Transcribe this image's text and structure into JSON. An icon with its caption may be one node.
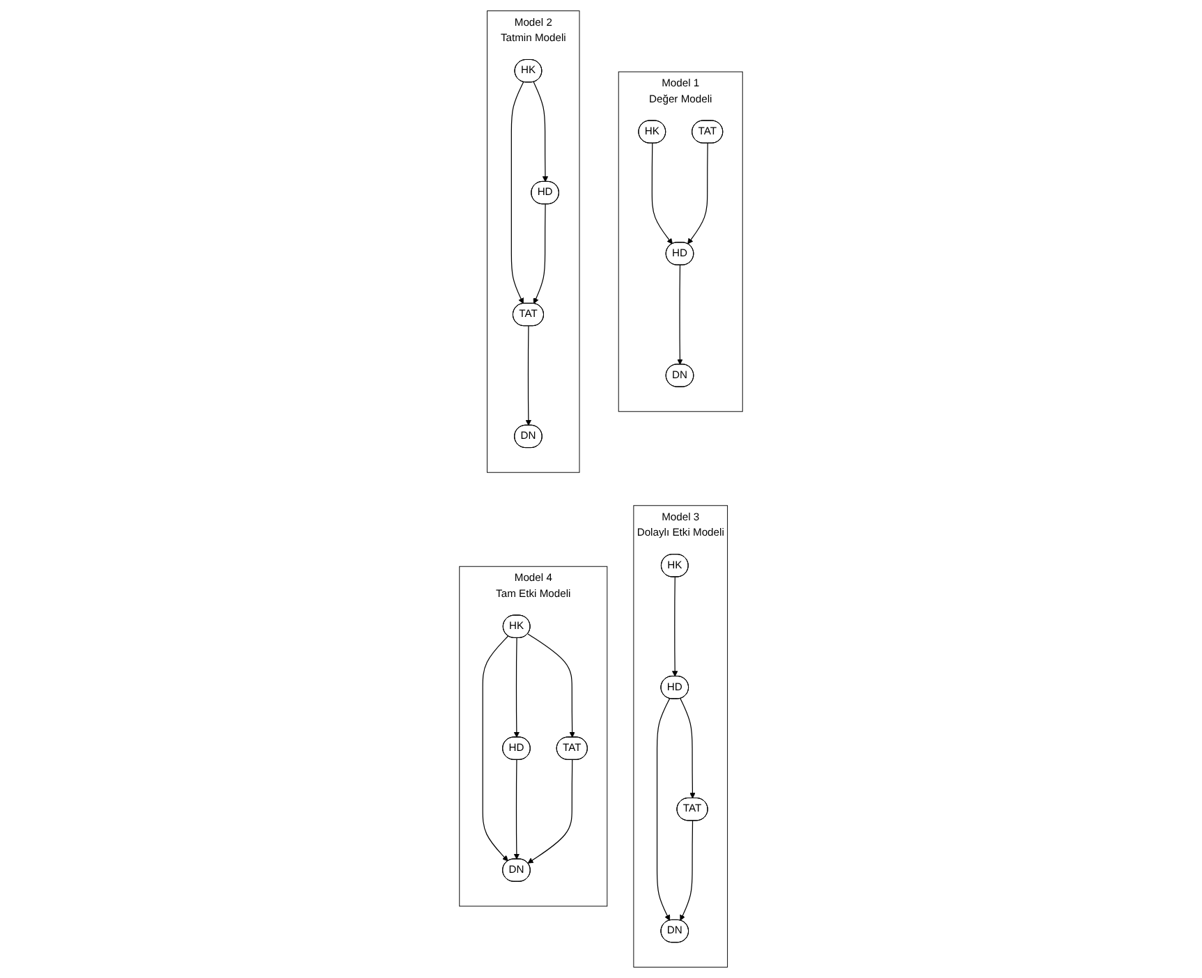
{
  "diagram": {
    "nodes": [
      {
        "text": [
          "Model 1",
          "Değer Modeli"
        ]
      },
      {
        "text": [
          "HD"
        ],
        "in": 0
      },
      {
        "text": [
          "HK"
        ],
        "in": 0
      },
      {
        "text": [
          "DN"
        ],
        "in": 0
      },
      {
        "text": [
          "TAT"
        ],
        "in": 0
      },
      {
        "text": [
          "Model 2",
          "Tatmin Modeli"
        ]
      },
      {
        "text": [
          "HD"
        ],
        "in": 5
      },
      {
        "text": [
          "HK"
        ],
        "in": 5
      },
      {
        "text": [
          "DN"
        ],
        "in": 5
      },
      {
        "text": [
          "TAT"
        ],
        "in": 5
      },
      {
        "text": [
          "Model 3",
          "Dolaylı Etki Modeli"
        ]
      },
      {
        "text": [
          "HD"
        ],
        "in": 10
      },
      {
        "text": [
          "HK"
        ],
        "in": 10
      },
      {
        "text": [
          "DN"
        ],
        "in": 10
      },
      {
        "text": [
          "TAT"
        ],
        "in": 10
      },
      {
        "text": [
          "Model 4",
          "Tam Etki Modeli"
        ]
      },
      {
        "text": [
          "HD"
        ],
        "in": 15
      },
      {
        "text": [
          "HK"
        ],
        "in": 15
      },
      {
        "text": [
          "DN"
        ],
        "in": 15
      },
      {
        "text": [
          "TAT"
        ],
        "in": 15
      }
    ],
    "edges": [
      {
        "from": 2,
        "to": 1,
        "arrow": "to"
      },
      {
        "from": 4,
        "to": 1,
        "arrow": "to"
      },
      {
        "from": 1,
        "to": 3,
        "arrow": "to"
      },
      {
        "from": 7,
        "to": 6,
        "arrow": "to"
      },
      {
        "from": 7,
        "to": 9,
        "arrow": "to"
      },
      {
        "from": 6,
        "to": 9,
        "arrow": "to"
      },
      {
        "from": 9,
        "to": 8,
        "arrow": "to"
      },
      {
        "from": 12,
        "to": 11,
        "arrow": "to"
      },
      {
        "from": 11,
        "to": 14,
        "arrow": "to"
      },
      {
        "from": 11,
        "to": 13,
        "arrow": "to"
      },
      {
        "from": 14,
        "to": 13,
        "arrow": "to"
      },
      {
        "from": 17,
        "to": 16,
        "arrow": "to"
      },
      {
        "from": 17,
        "to": 18,
        "arrow": "to"
      },
      {
        "from": 17,
        "to": 19,
        "arrow": "to"
      },
      {
        "from": 16,
        "to": 18,
        "arrow": "to"
      },
      {
        "from": 19,
        "to": 18,
        "arrow": "to"
      }
    ]
  }
}
